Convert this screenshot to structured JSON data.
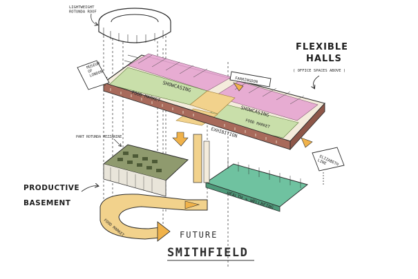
{
  "labels": {
    "roof": "LIGHTWEIGHT\nROTUNDA ROOF",
    "museum": "MUSEUM\nOF\nLONDON",
    "farringdon": "FARRINGDON",
    "flexible_halls": "FLEXIBLE\nHALLS",
    "office_spaces": "( OFFICE SPACES ABOVE )",
    "showcasing_1": "SHOWCASING",
    "showcasing_2": "SHOWCASING",
    "food_market": "FOOD MARKET",
    "exhibition": "EXHIBITION",
    "food_market_right": "FOOD MARKET",
    "part_rotunda": "PART ROTUNDA MEZZANINE",
    "elizabeth_line": "ELIZABETH\nLINE",
    "productive_basement": "PRODUCTIVE\nBASEMENT",
    "health_wellbeing": "HEALTH + WELLBEING",
    "food_market_basement": "FOOD MARKET",
    "future": "FUTURE",
    "smithfield": "SMITHFIELD"
  },
  "colors": {
    "pink": "#e6a6d1",
    "green_light": "#c9dfaa",
    "yellow": "#f2d28c",
    "orange": "#f0b24a",
    "teal": "#6fc2a0",
    "brick": "#a86a5b",
    "olive": "#8f9a6e"
  }
}
